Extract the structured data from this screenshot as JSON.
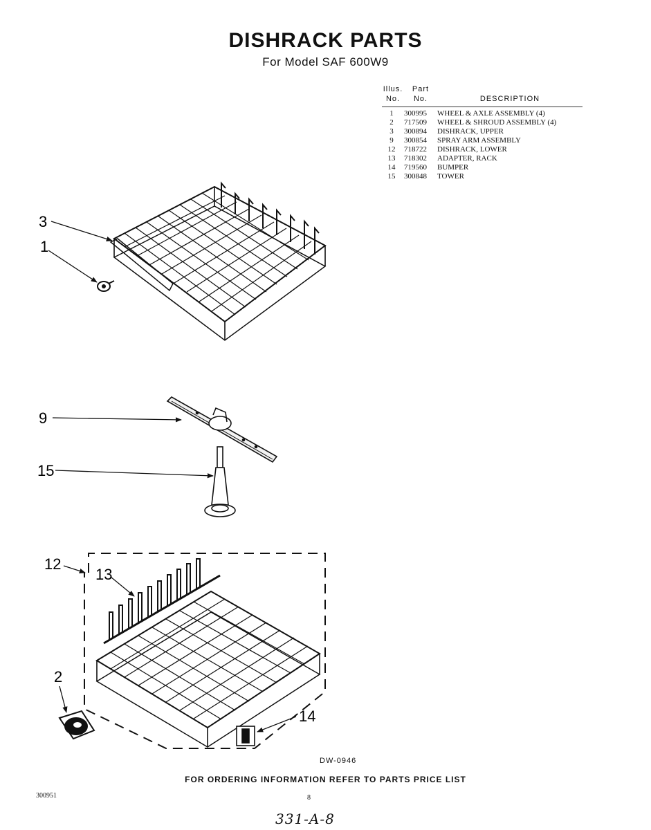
{
  "header": {
    "title": "DISHRACK PARTS",
    "subtitle": "For Model SAF 600W9"
  },
  "parts_table": {
    "col1_header_line1": "Illus.",
    "col1_header_line2": "No.",
    "col2_header_line1": "Part",
    "col2_header_line2": "No.",
    "col3_header": "DESCRIPTION",
    "rows": [
      {
        "illus": "1",
        "part": "300995",
        "desc": "WHEEL & AXLE ASSEMBLY (4)"
      },
      {
        "illus": "2",
        "part": "717509",
        "desc": "WHEEL & SHROUD ASSEMBLY (4)"
      },
      {
        "illus": "3",
        "part": "300894",
        "desc": "DISHRACK, UPPER"
      },
      {
        "illus": "9",
        "part": "300854",
        "desc": "SPRAY ARM ASSEMBLY"
      },
      {
        "illus": "12",
        "part": "718722",
        "desc": "DISHRACK, LOWER"
      },
      {
        "illus": "13",
        "part": "718302",
        "desc": "ADAPTER, RACK"
      },
      {
        "illus": "14",
        "part": "719560",
        "desc": "BUMPER"
      },
      {
        "illus": "15",
        "part": "300848",
        "desc": "TOWER"
      }
    ]
  },
  "callouts": {
    "c1": "1",
    "c2": "2",
    "c3": "3",
    "c9": "9",
    "c12": "12",
    "c13": "13",
    "c14": "14",
    "c15": "15"
  },
  "footer": {
    "drawing_code": "DW-0946",
    "ordering_info": "FOR ORDERING INFORMATION REFER TO PARTS PRICE LIST",
    "doc_number": "300951",
    "page_number": "8",
    "handwritten_code": "331-A-8"
  }
}
